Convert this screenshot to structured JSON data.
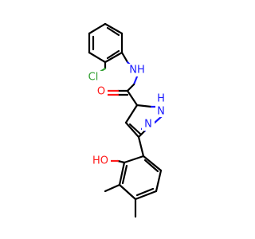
{
  "colors": {
    "background": "#ffffff",
    "bond": "#000000",
    "chlorine": "#2f9e2f",
    "nitrogen": "#1a1aff",
    "oxygen": "#ff1a1a"
  },
  "atoms": {
    "chlorine": "Cl",
    "amide_nh": "NH",
    "ring_nh_n": "N",
    "ring_nh_h": "H",
    "ring_n": "N",
    "carbonyl_o": "O",
    "hydroxyl": "HO"
  }
}
